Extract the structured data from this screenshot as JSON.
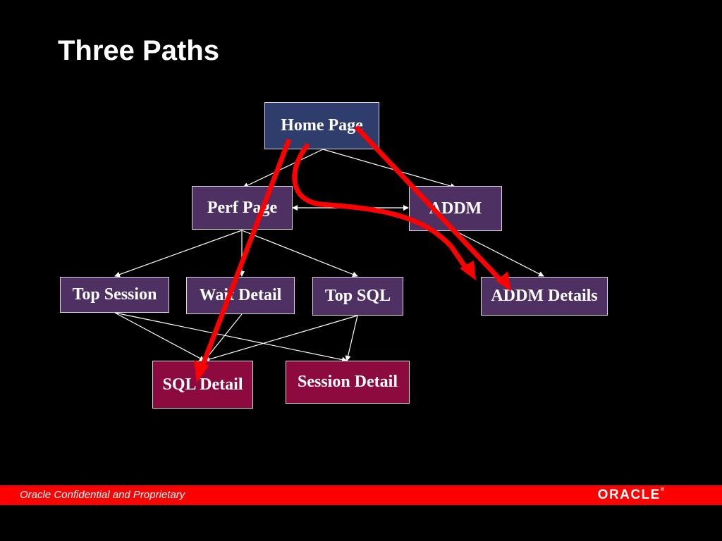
{
  "slide": {
    "title": "Three Paths"
  },
  "nodes": {
    "home": "Home Page",
    "perf": "Perf Page",
    "addm": "ADDM",
    "top_session": "Top Session",
    "wait_detail": "Wait Detail",
    "top_sql": "Top SQL",
    "addm_details": "ADDM Details",
    "sql_detail": "SQL Detail",
    "session_detail": "Session Detail"
  },
  "footer": {
    "text": "Oracle Confidential and Proprietary",
    "logo": "ORACLE"
  },
  "colors": {
    "background": "#000000",
    "home_box": "#2e3d6b",
    "mid_box": "#4f3063",
    "bottom_box": "#8c0a3e",
    "connector": "#ffffff",
    "path_arrow": "#ff0000",
    "footer_bar": "#ff0000"
  }
}
